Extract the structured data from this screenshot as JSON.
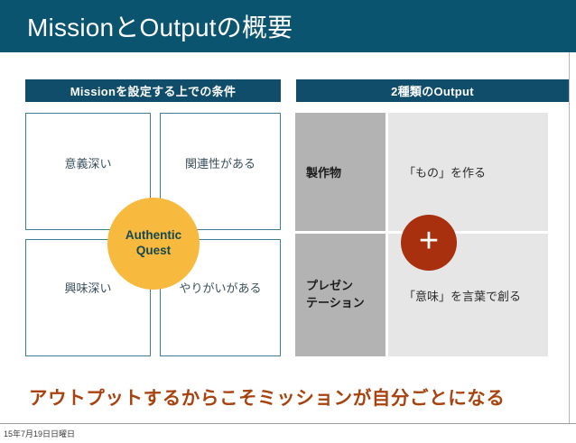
{
  "slide": {
    "title": "MissionとOutputの概要",
    "title_band_color": "#0b5470"
  },
  "left_panel": {
    "header": "Missionを設定する上での条件",
    "header_color": "#0f4d6b",
    "cells": [
      {
        "label": "意義深い"
      },
      {
        "label": "関連性がある"
      },
      {
        "label": "興味深い"
      },
      {
        "label": "やりがいがある"
      }
    ],
    "center_badge": {
      "line1": "Authentic",
      "line2": "Quest",
      "fill_color": "#f8b93f",
      "text_color": "#14484f"
    },
    "cell_border_color": "#3d7d91"
  },
  "right_panel": {
    "header": "2種類のOutput",
    "header_color": "#0f4d6b",
    "rows": [
      {
        "label": "製作物",
        "value": "「もの」を作る"
      },
      {
        "label_line1": "プレゼン",
        "label_line2": "テーション",
        "value": "「意味」を言葉で創る"
      }
    ],
    "label_bg_color": "#b3b3b3",
    "value_bg_color": "#e6e6e6",
    "connector": {
      "glyph": "+",
      "fill_color": "#a8300f",
      "glyph_color": "#ffffff"
    }
  },
  "conclusion": {
    "text": "アウトプットするからこそミッションが自分ごとになる",
    "color": "#a8420f"
  },
  "footer": {
    "date": "15年7月19日日曜日"
  }
}
